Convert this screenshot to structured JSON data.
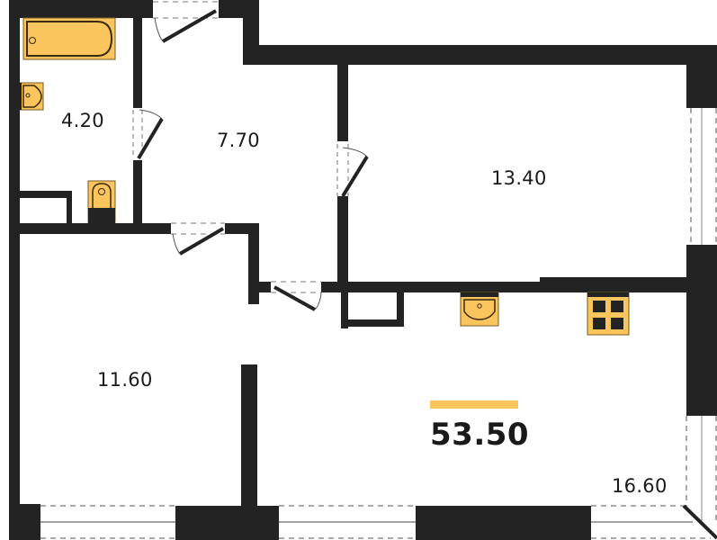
{
  "plan": {
    "total_area": "53.50",
    "rooms": [
      {
        "id": "bathroom",
        "area": "4.20"
      },
      {
        "id": "hallway",
        "area": "7.70"
      },
      {
        "id": "bedroom",
        "area": "13.40"
      },
      {
        "id": "room-left",
        "area": "11.60"
      },
      {
        "id": "kitchen-living",
        "area": "16.60"
      }
    ],
    "fixtures": [
      "bathtub-icon",
      "washbasin-icon",
      "toilet-icon",
      "kitchen-sink-icon",
      "stove-icon"
    ]
  },
  "colors": {
    "wall": "#232323",
    "fixture_fill": "#FBC55E",
    "fixture_stroke": "#3a2a10",
    "accent_bar": "#FBC55E",
    "text": "#1a1a1a"
  }
}
